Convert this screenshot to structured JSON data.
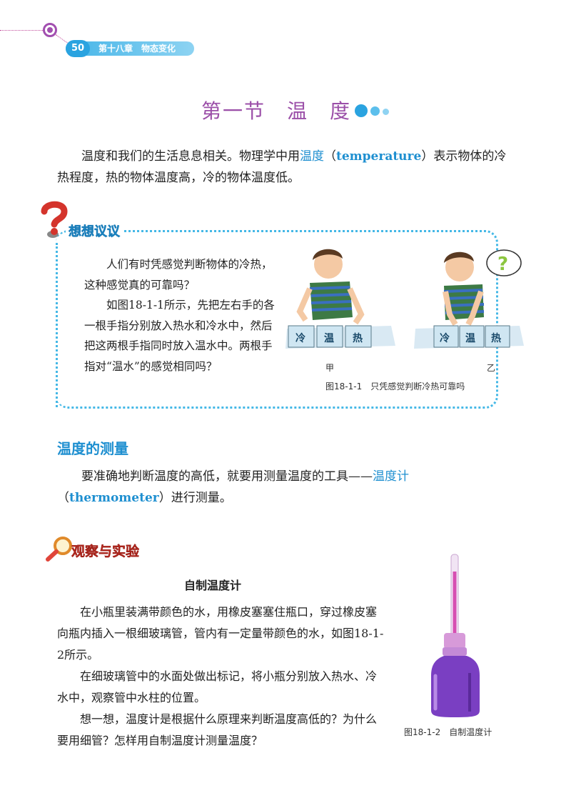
{
  "header": {
    "page_number": "50",
    "chapter": "第十八章　物态变化"
  },
  "title": "第一节　温　度",
  "intro": {
    "part1": "温度和我们的生活息息相关。物理学中用",
    "term": "温度",
    "open": "（",
    "term_en": "temperature",
    "part2": "）表示物体的冷热程度，热的物体温度高，冷的物体温度低。"
  },
  "think": {
    "label": "想想议议",
    "icon": "question-mark-icon",
    "p1": "人们有时凭感觉判断物体的冷热，这种感觉真的可靠吗？",
    "p2": "如图18-1-1所示，先把左右手的各一根手指分别放入热水和冷水中，然后把这两根手指同时放入温水中。两根手指对“温水”的感觉相同吗？",
    "figure": {
      "label_left": "甲",
      "label_right": "乙",
      "caption": "图18-1-1　只凭感觉判断冷热可靠吗",
      "cups": [
        "冷",
        "温",
        "热"
      ],
      "bubble": "?"
    }
  },
  "measure": {
    "heading": "温度的测量",
    "part1": "要准确地判断温度的高低，就要用测量温度的工具——",
    "term": "温度计",
    "open": "（",
    "term_en": "thermometer",
    "part2": "）进行测量。"
  },
  "observe": {
    "label": "观察与实验",
    "icon": "magnifier-icon",
    "subtitle": "自制温度计",
    "p1": "在小瓶里装满带颜色的水，用橡皮塞塞住瓶口，穿过橡皮塞向瓶内插入一根细玻璃管，管内有一定量带颜色的水，如图18-1-2所示。",
    "p2": "在细玻璃管中的水面处做出标记，将小瓶分别放入热水、冷水中，观察管中水柱的位置。",
    "p3": "想一想，温度计是根据什么原理来判断温度高低的？为什么要用细管？怎样用自制温度计测量温度？",
    "figure_caption": "图18-1-2　自制温度计"
  },
  "colors": {
    "accent_blue": "#1e8fd0",
    "title_purple": "#9b4fa8",
    "label_red": "#e0453a"
  }
}
